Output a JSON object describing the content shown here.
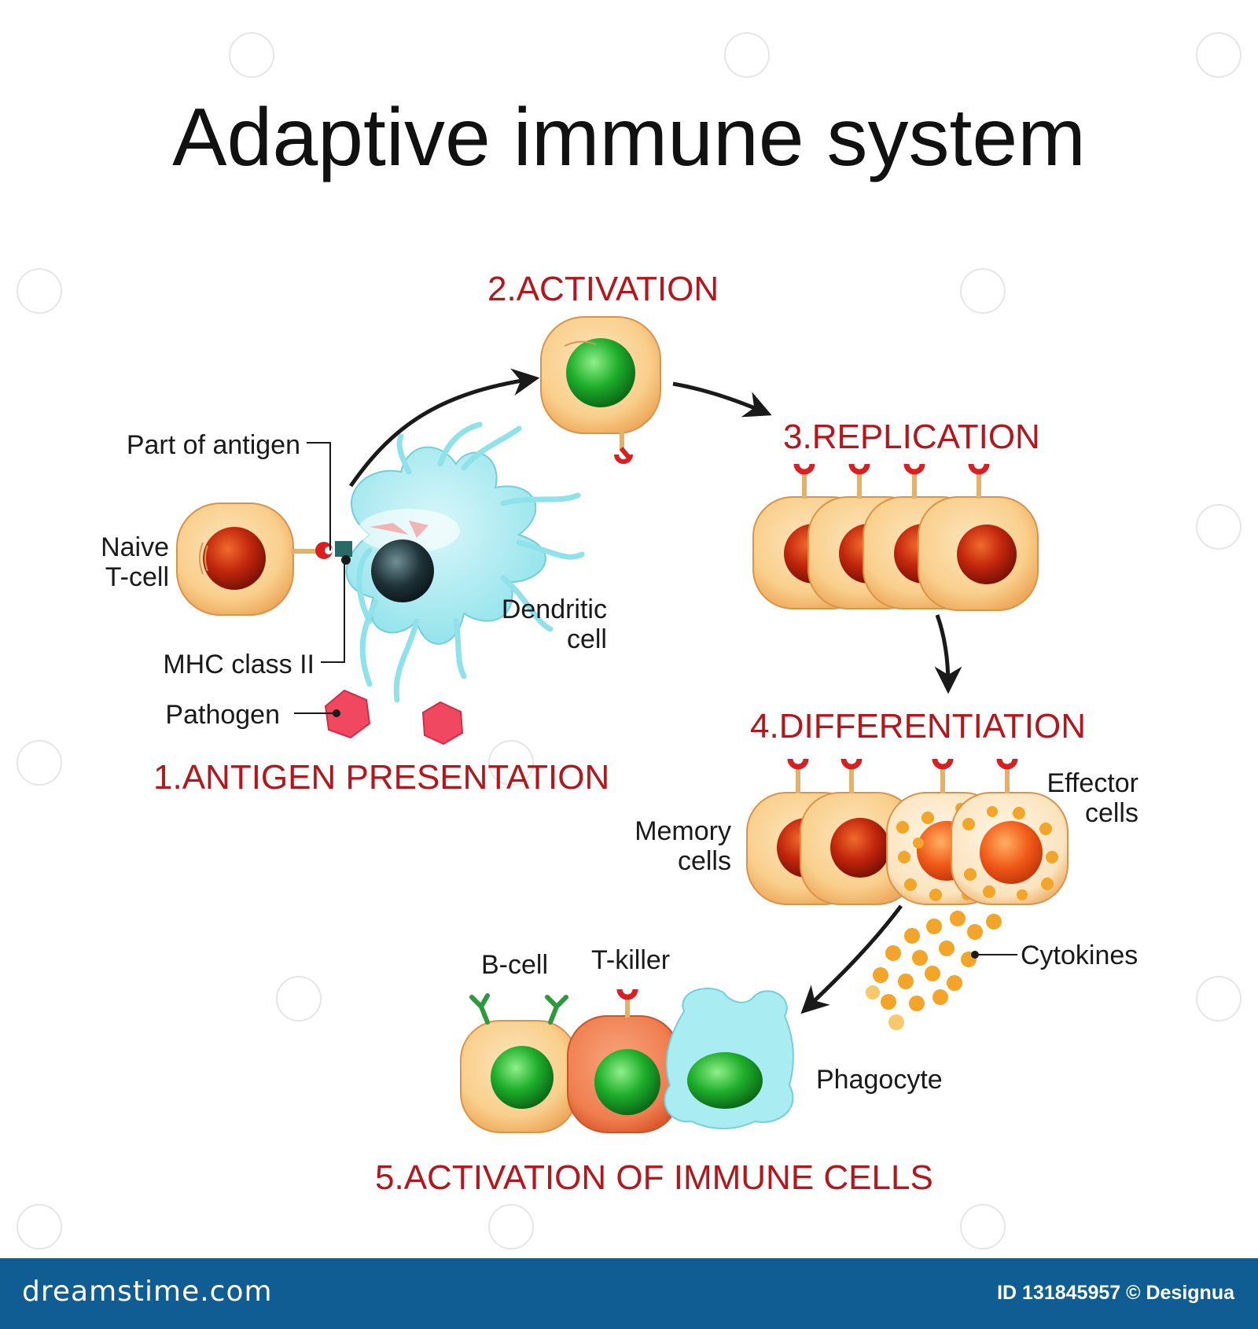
{
  "title": "Adaptive immune system",
  "stages": {
    "antigen_presentation": "1.ANTIGEN PRESENTATION",
    "activation": "2.ACTIVATION",
    "replication": "3.REPLICATION",
    "differentiation": "4.DIFFERENTIATION",
    "immune_cells": "5.ACTIVATION OF IMMUNE CELLS"
  },
  "labels": {
    "part_of_antigen": "Part of antigen",
    "naive_line1": "Naive",
    "naive_line2": "T-cell",
    "mhc_class_ii": "MHC class II",
    "pathogen": "Pathogen",
    "dendritic_line1": "Dendritic",
    "dendritic_line2": "cell",
    "memory_line1": "Memory",
    "memory_line2": "cells",
    "effector_line1": "Effector",
    "effector_line2": "cells",
    "cytokines": "Cytokines",
    "b_cell": "B-cell",
    "t_killer": "T-killer",
    "phagocyte": "Phagocyte"
  },
  "footer": {
    "logo": "dreamstime.com",
    "id_text": "ID 131845957 © Designua"
  },
  "colors": {
    "stage_red": "#b5151b",
    "cell_fill": "#f9cf8c",
    "nucleus_red": "#c2270c",
    "nucleus_green": "#1fae2c",
    "dendritic": "#a9ecf2",
    "tkiller": "#f07e4f",
    "pathogen": "#ef4860",
    "cytokine": "#f2a529",
    "footer": "#0f5d93"
  }
}
